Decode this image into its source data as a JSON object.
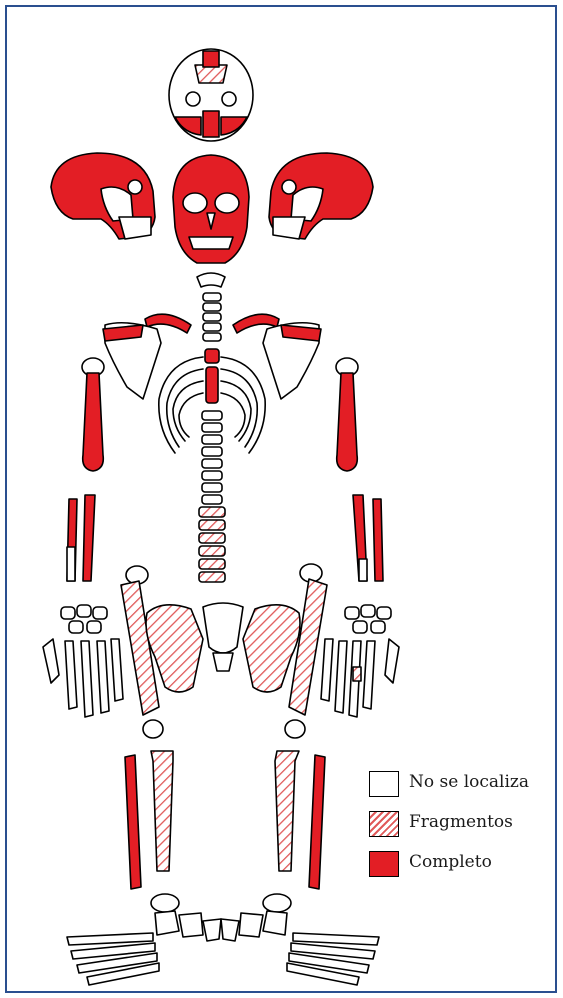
{
  "legend": {
    "items": [
      {
        "label": "No se localiza",
        "key": "none",
        "color": "#ffffff"
      },
      {
        "label": "Fragmentos",
        "key": "fragments",
        "color": "#e05a5a"
      },
      {
        "label": "Completo",
        "key": "complete",
        "color": "#e31e25"
      }
    ]
  },
  "colors": {
    "frame": "#2a4f8f",
    "complete": "#e31e25",
    "fragment_stripe": "#e05a5a",
    "outline": "#000000"
  }
}
